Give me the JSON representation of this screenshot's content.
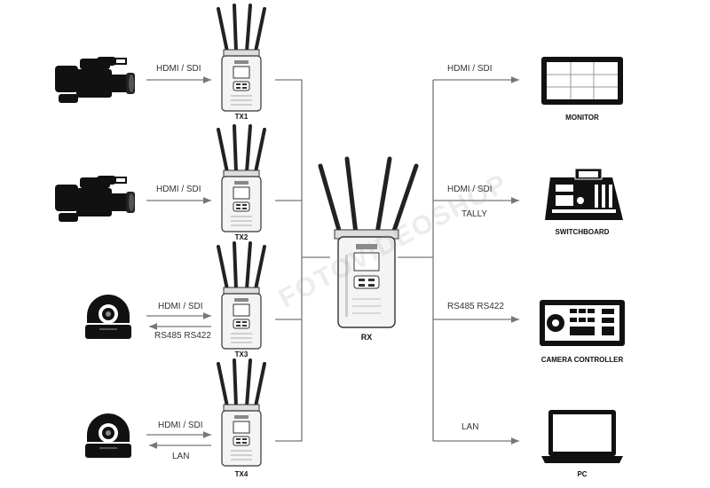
{
  "transmitters": [
    {
      "id": "tx1",
      "label": "TX1",
      "input_label": "HDMI / SDI",
      "return_label": "",
      "source": "camcorder-icon"
    },
    {
      "id": "tx2",
      "label": "TX2",
      "input_label": "HDMI / SDI",
      "return_label": "",
      "source": "camcorder-icon"
    },
    {
      "id": "tx3",
      "label": "TX3",
      "input_label": "HDMI / SDI",
      "return_label": "RS485 RS422",
      "source": "ptz-camera-icon"
    },
    {
      "id": "tx4",
      "label": "TX4",
      "input_label": "HDMI / SDI",
      "return_label": "LAN",
      "source": "ptz-camera-icon"
    }
  ],
  "receiver": {
    "label": "RX"
  },
  "outputs": [
    {
      "id": "monitor",
      "label": "MONITOR",
      "link_label": "HDMI / SDI",
      "sub_label": "",
      "icon": "monitor-icon"
    },
    {
      "id": "switchboard",
      "label": "SWITCHBOARD",
      "link_label": "HDMI / SDI",
      "sub_label": "TALLY",
      "icon": "switchboard-icon"
    },
    {
      "id": "camera-controller",
      "label": "CAMERA CONTROLLER",
      "link_label": "RS485 RS422",
      "sub_label": "",
      "icon": "camera-controller-icon"
    },
    {
      "id": "pc",
      "label": "PC",
      "link_label": "LAN",
      "sub_label": "",
      "icon": "laptop-icon"
    }
  ],
  "watermark": "FOTOVIDEOSHOP"
}
